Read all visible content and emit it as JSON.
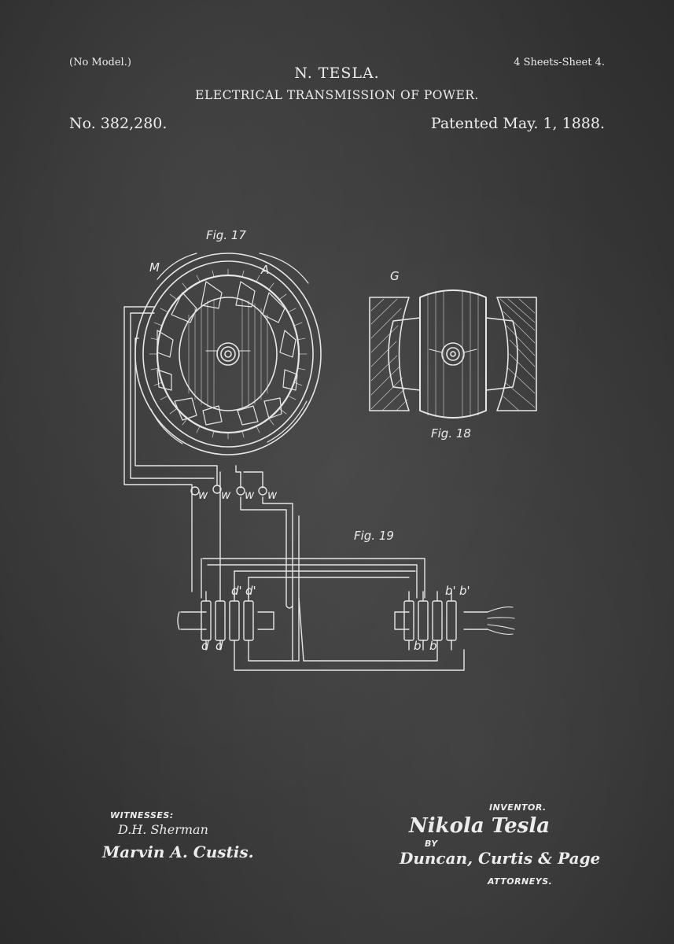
{
  "header": {
    "no_model": "(No Model.)",
    "sheets": "4 Sheets-Sheet 4.",
    "inventor_name": "N. TESLA.",
    "title": "ELECTRICAL TRANSMISSION OF POWER.",
    "patent_number": "No. 382,280.",
    "patent_date": "Patented May. 1, 1888."
  },
  "figures": {
    "fig17": "Fig. 17",
    "fig18": "Fig. 18",
    "fig19": "Fig. 19",
    "label_M": "M",
    "label_G": "G",
    "label_A": "A",
    "label_w": "w",
    "label_d": "d",
    "label_d_prime": "d'",
    "label_b": "b",
    "label_b_prime": "b'"
  },
  "signatures": {
    "witnesses_label": "WITNESSES:",
    "witness_1": "D.H. Sherman",
    "witness_2": "Marvin A. Custis.",
    "inventor_label": "INVENTOR.",
    "inventor_signature": "Nikola Tesla",
    "by": "BY",
    "attorneys_signature": "Duncan, Curtis & Page",
    "attorneys_label": "ATTORNEYS."
  },
  "colors": {
    "background": "#3a3a3a",
    "chalk": "#ececec"
  }
}
